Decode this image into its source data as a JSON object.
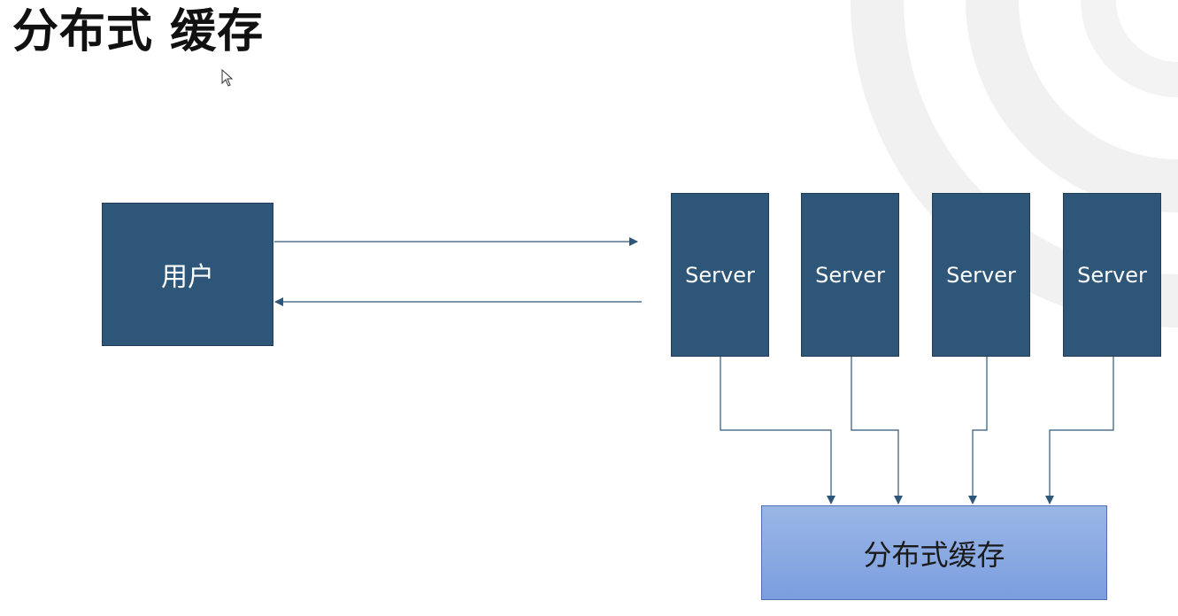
{
  "title": "分布式 缓存",
  "colors": {
    "node_fill": "#2d5678",
    "cache_fill_top": "#9ab6e6",
    "cache_fill_bottom": "#7b9edf",
    "connector": "#2d5678"
  },
  "diagram": {
    "user": {
      "label": "用户"
    },
    "servers": [
      {
        "label": "Server"
      },
      {
        "label": "Server"
      },
      {
        "label": "Server"
      },
      {
        "label": "Server"
      }
    ],
    "cache": {
      "label": "分布式缓存"
    }
  }
}
